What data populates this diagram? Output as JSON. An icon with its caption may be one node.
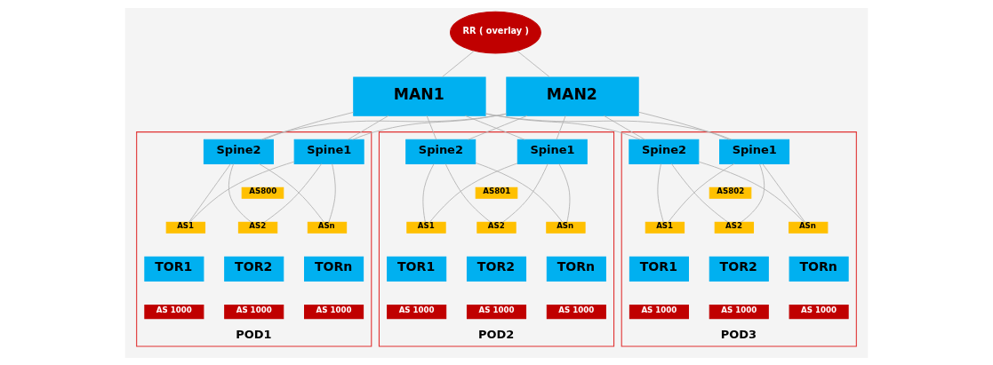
{
  "diagram": {
    "nodes": [
      {
        "text": [
          "RR ( overlay )"
        ]
      },
      {
        "text": [
          "MAN1"
        ]
      },
      {
        "text": [
          "MAN2"
        ]
      },
      {
        "text": [
          "POD1"
        ]
      },
      {
        "text": [
          "Spine1"
        ],
        "in": 3
      },
      {
        "text": [
          "Spine2"
        ],
        "in": 3
      },
      {
        "text": [
          "AS800"
        ],
        "in": 3
      },
      {
        "text": [
          "AS1"
        ],
        "in": 3
      },
      {
        "text": [
          "TOR1"
        ],
        "in": 3
      },
      {
        "text": [
          "AS 1000"
        ],
        "in": 3
      },
      {
        "text": [
          "AS2"
        ],
        "in": 3
      },
      {
        "text": [
          "TOR2"
        ],
        "in": 3
      },
      {
        "text": [
          "AS 1000"
        ],
        "in": 3
      },
      {
        "text": [
          "ASn"
        ],
        "in": 3
      },
      {
        "text": [
          "TORn"
        ],
        "in": 3
      },
      {
        "text": [
          "AS 1000"
        ],
        "in": 3
      },
      {
        "text": [
          "POD2"
        ]
      },
      {
        "text": [
          "Spine1"
        ],
        "in": 16
      },
      {
        "text": [
          "Spine2"
        ],
        "in": 16
      },
      {
        "text": [
          "AS801"
        ],
        "in": 16
      },
      {
        "text": [
          "AS1"
        ],
        "in": 16
      },
      {
        "text": [
          "TOR1"
        ],
        "in": 16
      },
      {
        "text": [
          "AS 1000"
        ],
        "in": 16
      },
      {
        "text": [
          "AS2"
        ],
        "in": 16
      },
      {
        "text": [
          "TOR2"
        ],
        "in": 16
      },
      {
        "text": [
          "AS 1000"
        ],
        "in": 16
      },
      {
        "text": [
          "ASn"
        ],
        "in": 16
      },
      {
        "text": [
          "TORn"
        ],
        "in": 16
      },
      {
        "text": [
          "AS 1000"
        ],
        "in": 16
      },
      {
        "text": [
          "POD3"
        ]
      },
      {
        "text": [
          "Spine1"
        ],
        "in": 29
      },
      {
        "text": [
          "Spine2"
        ],
        "in": 29
      },
      {
        "text": [
          "AS802"
        ],
        "in": 29
      },
      {
        "text": [
          "AS1"
        ],
        "in": 29
      },
      {
        "text": [
          "TOR1"
        ],
        "in": 29
      },
      {
        "text": [
          "AS 1000"
        ],
        "in": 29
      },
      {
        "text": [
          "AS2"
        ],
        "in": 29
      },
      {
        "text": [
          "TOR2"
        ],
        "in": 29
      },
      {
        "text": [
          "AS 1000"
        ],
        "in": 29
      },
      {
        "text": [
          "ASn"
        ],
        "in": 29
      },
      {
        "text": [
          "TORn"
        ],
        "in": 29
      },
      {
        "text": [
          "AS 1000"
        ],
        "in": 29
      }
    ],
    "edges": [
      {
        "from": 0,
        "to": 1,
        "arrow": "none"
      },
      {
        "from": 0,
        "to": 2,
        "arrow": "none"
      },
      {
        "from": 1,
        "to": 4,
        "arrow": "none"
      },
      {
        "from": 1,
        "to": 5,
        "arrow": "none"
      },
      {
        "from": 1,
        "to": 17,
        "arrow": "none"
      },
      {
        "from": 1,
        "to": 18,
        "arrow": "none"
      },
      {
        "from": 1,
        "to": 30,
        "arrow": "none"
      },
      {
        "from": 1,
        "to": 31,
        "arrow": "none"
      },
      {
        "from": 2,
        "to": 4,
        "arrow": "none"
      },
      {
        "from": 2,
        "to": 5,
        "arrow": "none"
      },
      {
        "from": 2,
        "to": 17,
        "arrow": "none"
      },
      {
        "from": 2,
        "to": 18,
        "arrow": "none"
      },
      {
        "from": 2,
        "to": 30,
        "arrow": "none"
      },
      {
        "from": 2,
        "to": 31,
        "arrow": "none"
      },
      {
        "from": 4,
        "to": 7,
        "arrow": "none"
      },
      {
        "from": 4,
        "to": 10,
        "arrow": "none"
      },
      {
        "from": 4,
        "to": 13,
        "arrow": "none"
      },
      {
        "from": 5,
        "to": 7,
        "arrow": "none"
      },
      {
        "from": 5,
        "to": 10,
        "arrow": "none"
      },
      {
        "from": 5,
        "to": 13,
        "arrow": "none"
      },
      {
        "from": 17,
        "to": 20,
        "arrow": "none"
      },
      {
        "from": 17,
        "to": 23,
        "arrow": "none"
      },
      {
        "from": 17,
        "to": 26,
        "arrow": "none"
      },
      {
        "from": 18,
        "to": 20,
        "arrow": "none"
      },
      {
        "from": 18,
        "to": 23,
        "arrow": "none"
      },
      {
        "from": 18,
        "to": 26,
        "arrow": "none"
      },
      {
        "from": 30,
        "to": 33,
        "arrow": "none"
      },
      {
        "from": 30,
        "to": 36,
        "arrow": "none"
      },
      {
        "from": 30,
        "to": 39,
        "arrow": "none"
      },
      {
        "from": 31,
        "to": 33,
        "arrow": "none"
      },
      {
        "from": 31,
        "to": 36,
        "arrow": "none"
      },
      {
        "from": 31,
        "to": 39,
        "arrow": "none"
      }
    ]
  }
}
